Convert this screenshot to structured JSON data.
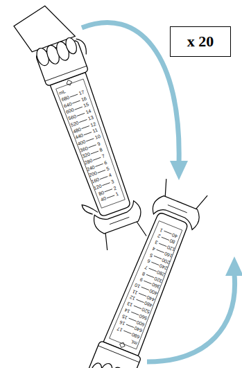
{
  "diagram": {
    "nodes": [
      {
        "text": [
          "x 20"
        ]
      }
    ],
    "edges": [],
    "labels": [
      "mL",
      "680",
      "17",
      "640",
      "16",
      "600",
      "15",
      "560",
      "14",
      "520",
      "13",
      "480",
      "12",
      "440",
      "11",
      "400",
      "10",
      "360",
      "9",
      "320",
      "8",
      "280",
      "7",
      "240",
      "6",
      "200",
      "5",
      "160",
      "4",
      "120",
      "3",
      "80",
      "2",
      "40",
      "1",
      "mL",
      "680",
      "17",
      "640",
      "16",
      "600",
      "15",
      "560",
      "14",
      "520",
      "13",
      "480",
      "12",
      "440",
      "11",
      "400",
      "10",
      "360",
      "9",
      "320",
      "8",
      "280",
      "7",
      "240",
      "6",
      "200",
      "5",
      "160",
      "4",
      "120",
      "3",
      "80",
      "2",
      "40",
      "1"
    ]
  }
}
